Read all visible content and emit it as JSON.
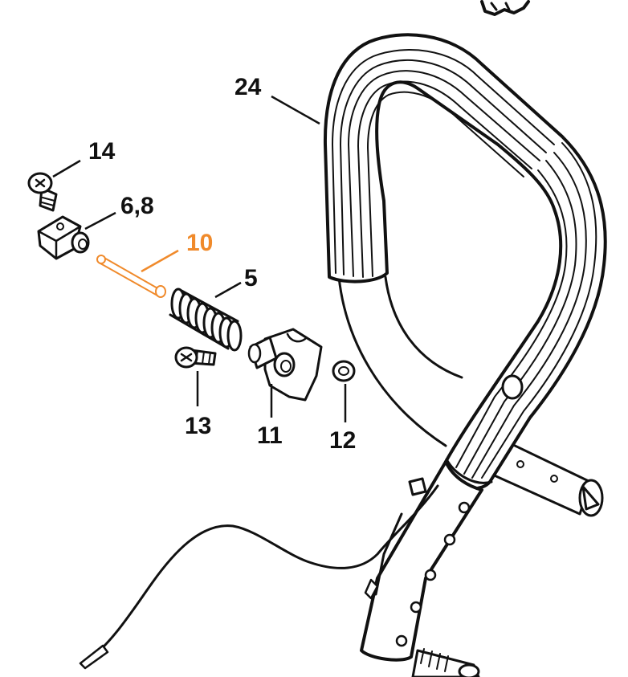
{
  "colors": {
    "ink": "#111111",
    "highlight": "#f08a2b",
    "background": "#ffffff"
  },
  "callouts": [
    {
      "id": "14",
      "label": "14",
      "highlight": false
    },
    {
      "id": "6_8",
      "label": "6,8",
      "highlight": false
    },
    {
      "id": "10",
      "label": "10",
      "highlight": true
    },
    {
      "id": "5",
      "label": "5",
      "highlight": false
    },
    {
      "id": "24",
      "label": "24",
      "highlight": false
    },
    {
      "id": "13",
      "label": "13",
      "highlight": false
    },
    {
      "id": "11",
      "label": "11",
      "highlight": false
    },
    {
      "id": "12",
      "label": "12",
      "highlight": false
    }
  ]
}
